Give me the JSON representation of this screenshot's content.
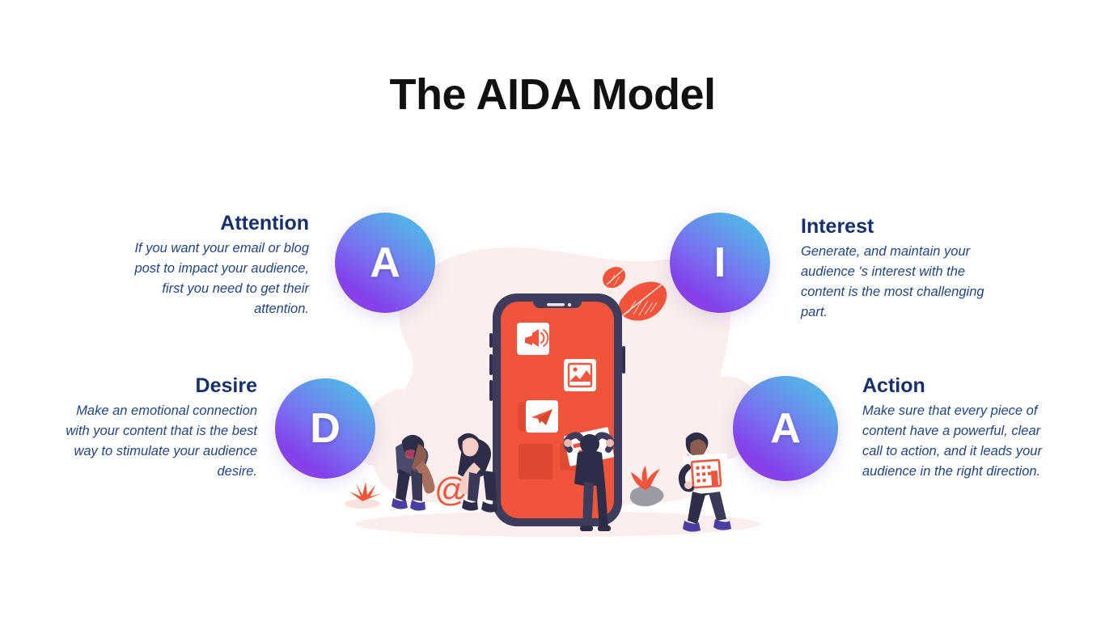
{
  "page": {
    "title": "The AIDA Model",
    "background_color": "#ffffff",
    "title_color": "#111111"
  },
  "theme": {
    "navy": "#16306b",
    "body_navy": "#21457f",
    "blob_pink": "#fbeeec",
    "orange": "#f0553c",
    "phone_frame": "#3d3c5c",
    "phone_screen": "#f0553c",
    "gradient_from": "#4fc0e8",
    "gradient_to": "#8341ec"
  },
  "blocks": [
    {
      "id": "attention",
      "letter": "A",
      "heading": "Attention",
      "body": "If you want your email or blog post to impact your audience, first you need to get their attention.",
      "align": "right"
    },
    {
      "id": "interest",
      "letter": "I",
      "heading": "Interest",
      "body": "Generate, and maintain your audience 's interest with the content is the most challenging part.",
      "align": "left"
    },
    {
      "id": "desire",
      "letter": "D",
      "heading": "Desire",
      "body": "Make an emotional connection with your content that is the best way to stimulate your audience desire.",
      "align": "right"
    },
    {
      "id": "action",
      "letter": "A",
      "heading": "Action",
      "body": "Make sure that every piece of content have a powerful, clear call to action, and it leads your audience in the right direction.",
      "align": "left"
    }
  ],
  "illustration": {
    "phone_icons": [
      "megaphone-icon",
      "chart-image-icon",
      "paper-plane-icon"
    ],
    "symbols": [
      "at-symbol",
      "building-icon"
    ],
    "decorations": [
      "leaf-large",
      "leaf-small",
      "plant-left",
      "plant-right",
      "rock"
    ],
    "figures": [
      "figure-left-bending",
      "figure-left-standing",
      "figure-posting",
      "figure-carrying-panel"
    ]
  }
}
